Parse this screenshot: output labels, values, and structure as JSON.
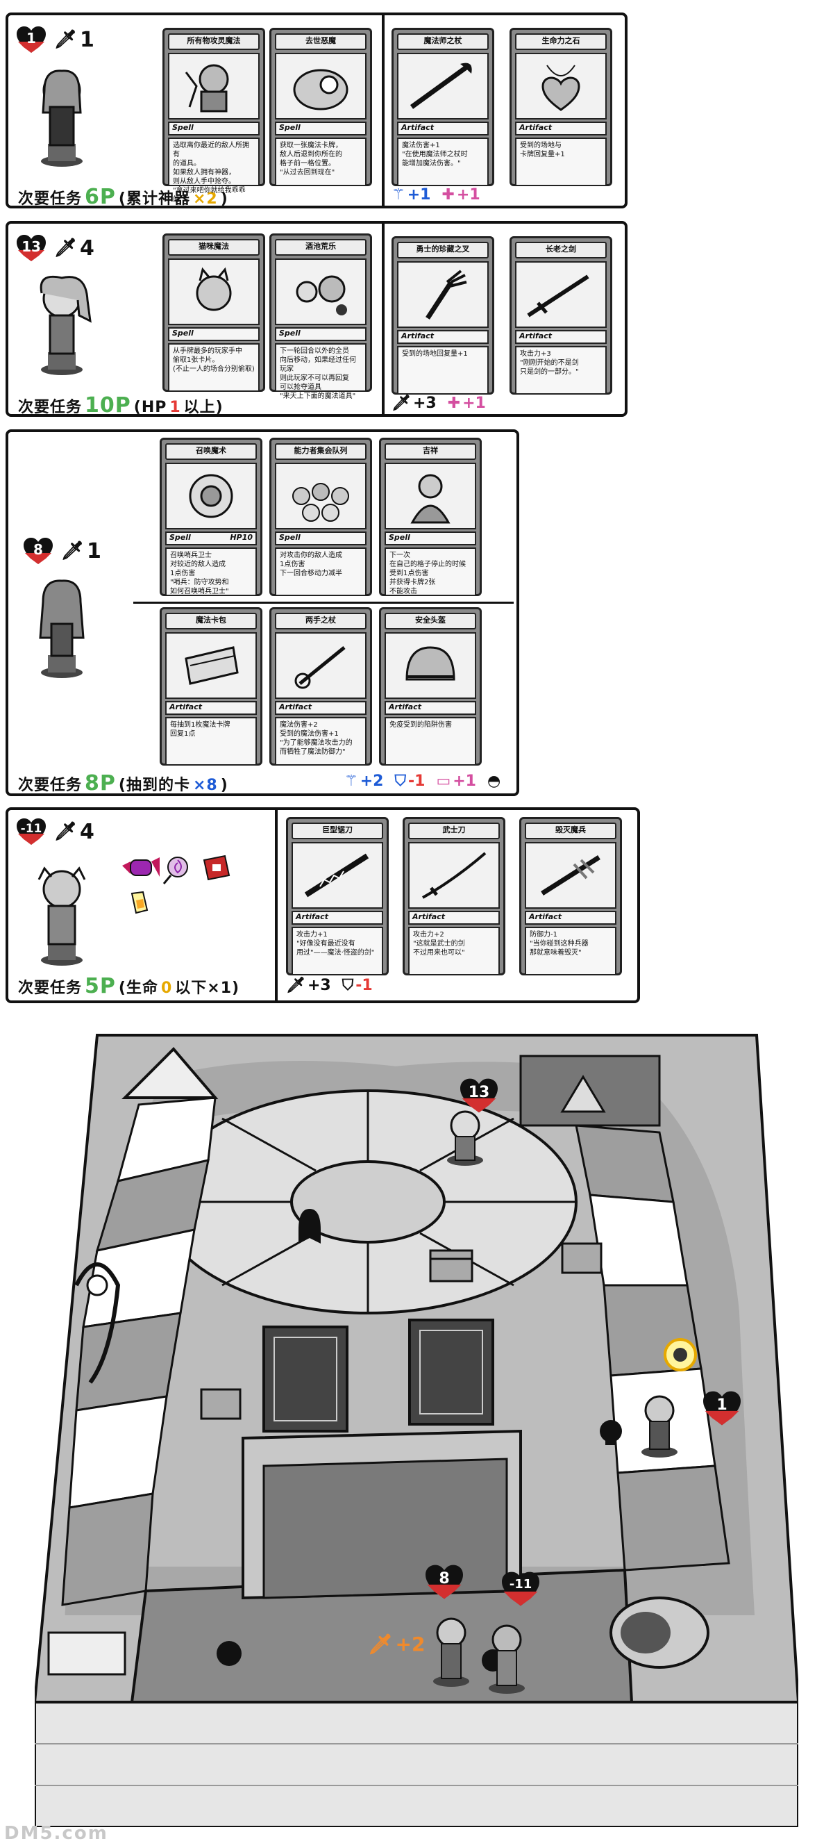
{
  "characters": [
    {
      "hp": "1",
      "attack": "1",
      "task": {
        "prefix": "次要任务",
        "value": "6P",
        "detail_open": "(累计神器",
        "detail_mult": "×2",
        "detail_close": ")"
      },
      "spells": [
        {
          "title": "所有物攻灵魔法",
          "type": "Spell",
          "text": "选取离你最近的敌人所拥有\n的道具。\n如果敌人拥有神器，\n则从敌人手中抢夺。\n\"拿过来吧你就给我乖乖的\""
        },
        {
          "title": "去世恶魔",
          "type": "Spell",
          "text": "获取一张魔法卡牌，\n敌人后退到你所在的\n格子前一格位置。\n\"从过去回到现在\""
        }
      ],
      "artifacts": [
        {
          "title": "魔法师之杖",
          "type": "Artifact",
          "text": "魔法伤害+1\n\"在使用魔法师之杖时\n能增加魔法伤害。\""
        },
        {
          "title": "生命力之石",
          "type": "Artifact",
          "text": "受到的场地与\n卡牌回复量+1"
        }
      ],
      "bonus": [
        {
          "icon": "magic-icon",
          "text": "+1"
        },
        {
          "icon": "heal-icon",
          "text": "+1"
        }
      ]
    },
    {
      "hp": "13",
      "attack": "4",
      "task": {
        "prefix": "次要任务",
        "value": "10P",
        "detail_open": "(HP",
        "detail_mult": "1",
        "detail_close": "以上)"
      },
      "spells": [
        {
          "title": "猫咪魔法",
          "type": "Spell",
          "text": "从手牌最多的玩家手中\n偷取1张卡片。\n(不止一人的场合分别偷取)"
        },
        {
          "title": "酒池荒乐",
          "type": "Spell",
          "text": "下一轮回合以外的全员\n向后移动，如果经过任何玩家\n则此玩家不可以再回复\n可以抢夺道具\n\"来天上下面的魔法道具\""
        }
      ],
      "artifacts": [
        {
          "title": "勇士的珍藏之叉",
          "type": "Artifact",
          "text": "受到的场地回复量+1"
        },
        {
          "title": "长老之剑",
          "type": "Artifact",
          "text": "攻击力+3\n\"刚刚开始的不是剑\n只是剑的一部分。\""
        }
      ],
      "bonus": [
        {
          "icon": "sword-icon",
          "text": "+3"
        },
        {
          "icon": "heal-icon",
          "text": "+1"
        }
      ]
    },
    {
      "hp": "8",
      "attack": "1",
      "task": {
        "prefix": "次要任务",
        "value": "8P",
        "detail_open": "(抽到的卡",
        "detail_mult": "×8",
        "detail_close": ")"
      },
      "spells": [
        {
          "title": "召唤魔术",
          "type": "Spell",
          "hp_tag": "HP10",
          "text": "召唤哨兵卫士\n对较近的敌人造成\n1点伤害\n\"哨兵：防守攻势和\n如何召唤哨兵卫士\""
        },
        {
          "title": "能力者集会队列",
          "type": "Spell",
          "text": "对攻击你的敌人造成\n1点伤害\n下一回合移动力减半"
        },
        {
          "title": "吉祥",
          "type": "Spell",
          "text": "下一次\n在自己的格子停止的时候\n受到1点伤害\n并获得卡牌2张\n不能攻击"
        }
      ],
      "artifacts": [
        {
          "title": "魔法卡包",
          "type": "Artifact",
          "text": "每抽到1枚魔法卡牌\n回复1点"
        },
        {
          "title": "两手之杖",
          "type": "Artifact",
          "text": "魔法伤害+2\n受到的魔法伤害+1\n\"为了能够魔法攻击力的\n而牺牲了魔法防御力\""
        },
        {
          "title": "安全头盔",
          "type": "Artifact",
          "text": "免疫受到的陷阱伤害"
        }
      ],
      "bonus": [
        {
          "icon": "magic-icon",
          "text": "+2"
        },
        {
          "icon": "shield-icon",
          "text": "-1"
        },
        {
          "icon": "card-icon",
          "text": "+1"
        },
        {
          "icon": "helmet-icon",
          "text": ""
        }
      ]
    },
    {
      "hp": "-11",
      "attack": "4",
      "task": {
        "prefix": "次要任务",
        "value": "5P",
        "detail_open": "(生命",
        "detail_mult": "0",
        "detail_close": "以下×1)"
      },
      "spells": [],
      "artifacts": [
        {
          "title": "巨型锯刀",
          "type": "Artifact",
          "text": "攻击力+1\n\"好像没有最近没有\n用过\"——魔法·怪盗的剑\""
        },
        {
          "title": "武士刀",
          "type": "Artifact",
          "text": "攻击力+2\n\"这就是武士的剑\n不过用来也可以\""
        },
        {
          "title": "毁灭魔兵",
          "type": "Artifact",
          "text": "防御力-1\n\"当你碰到这种兵器\n那就意味着毁灭\""
        }
      ],
      "bonus": [
        {
          "icon": "sword-icon",
          "text": "+3"
        },
        {
          "icon": "shield-icon",
          "text": "-1"
        }
      ]
    }
  ],
  "board": {
    "markers": [
      {
        "hp": "13"
      },
      {
        "hp": "1"
      },
      {
        "hp": "8"
      },
      {
        "hp": "-11"
      }
    ],
    "attack_bonus": "+2"
  },
  "watermark": "DM5.com",
  "colors": {
    "green": "#4caf50",
    "red": "#e53935",
    "yellow": "#e6a800",
    "blue": "#1e5bd6",
    "pink": "#d44fa0",
    "orange": "#f08a2c"
  }
}
